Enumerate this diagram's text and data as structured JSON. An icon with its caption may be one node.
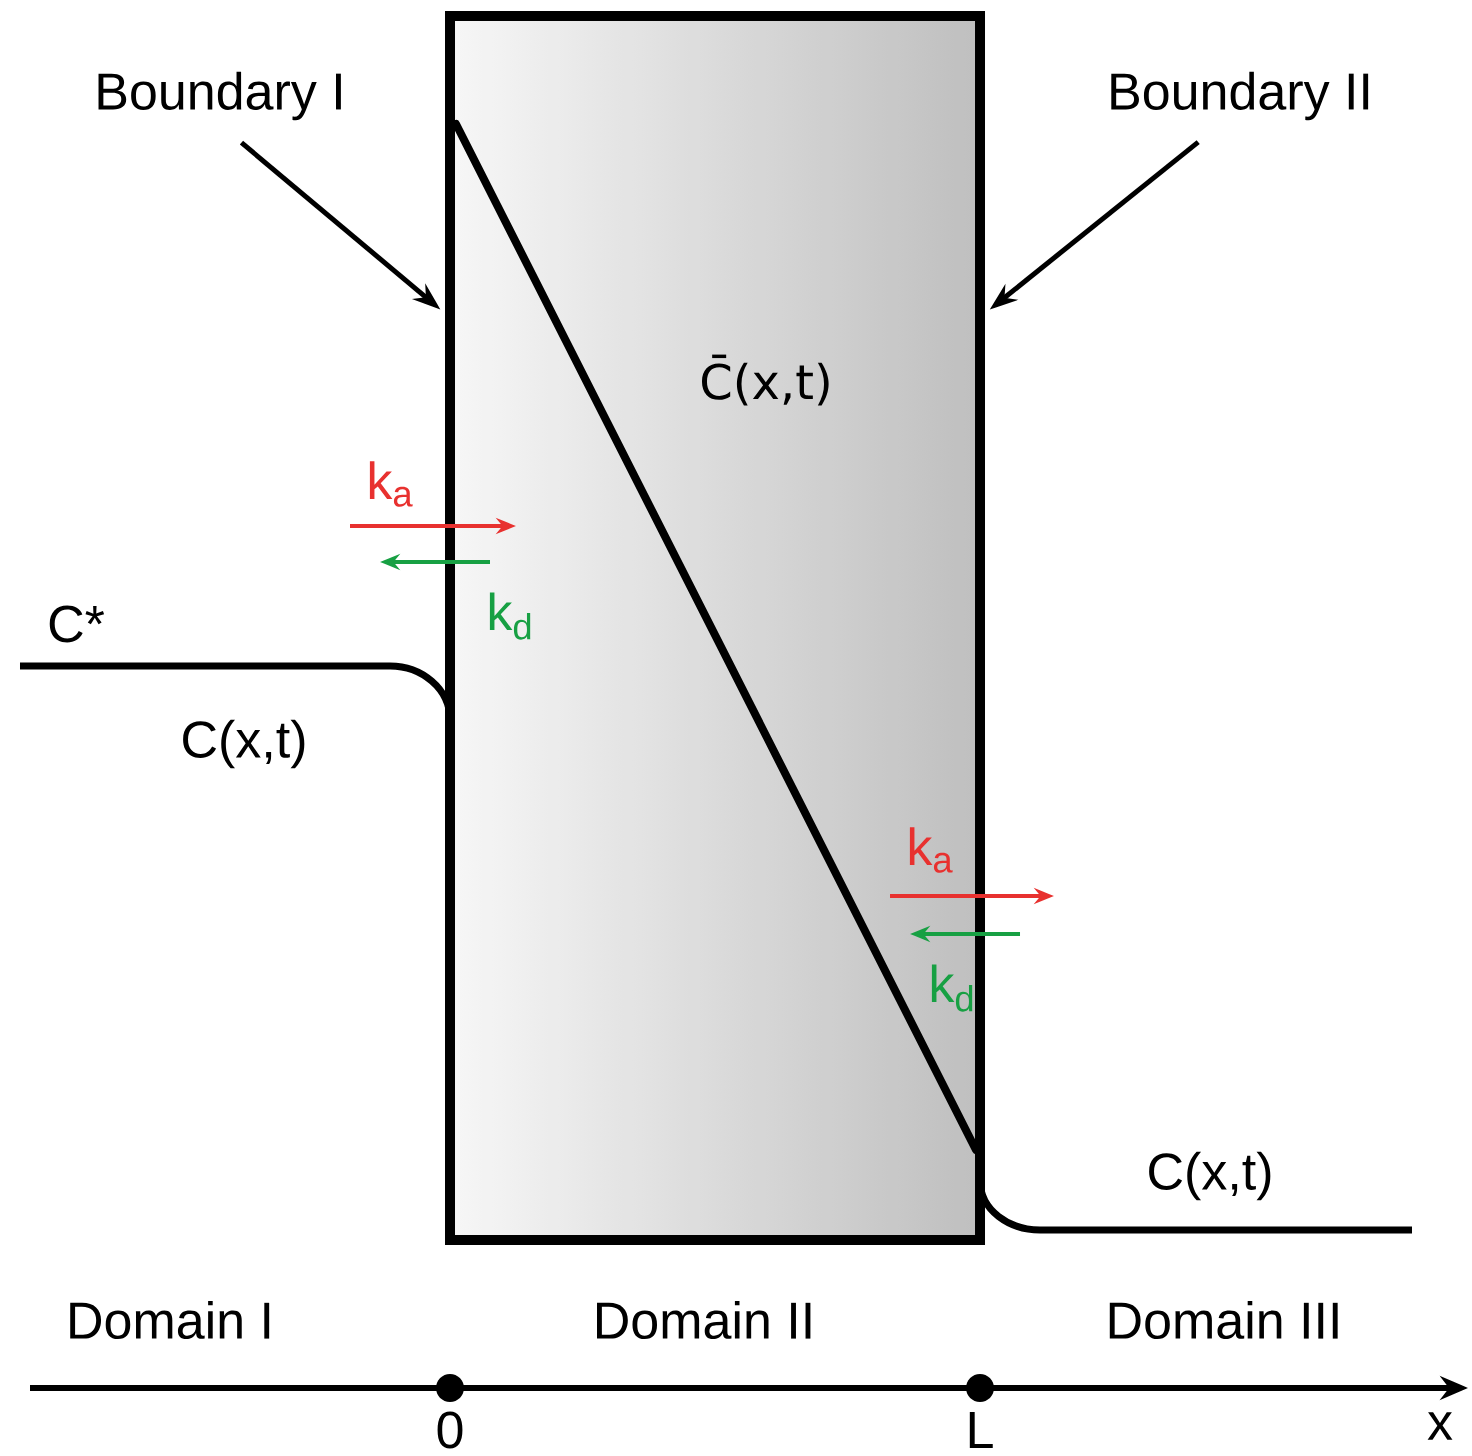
{
  "diagram": {
    "nodes": [
      {
        "text": [
          "C̄(x,t)"
        ]
      },
      {
        "text": [
          "Boundary I"
        ]
      },
      {
        "text": [
          "Boundary II"
        ]
      }
    ],
    "edges": [
      {
        "from": 1,
        "to": 0,
        "arrow": "to"
      },
      {
        "from": 2,
        "to": 0,
        "arrow": "to"
      }
    ],
    "labels": [
      "k$_{a}$",
      "C*",
      "k$_{d}$",
      "C(x,t)",
      "k$_{a}$",
      "k$_{d}$",
      "C(x,t)",
      "Domain I",
      "Domain II",
      "Domain III",
      "0",
      "L",
      "x"
    ]
  }
}
